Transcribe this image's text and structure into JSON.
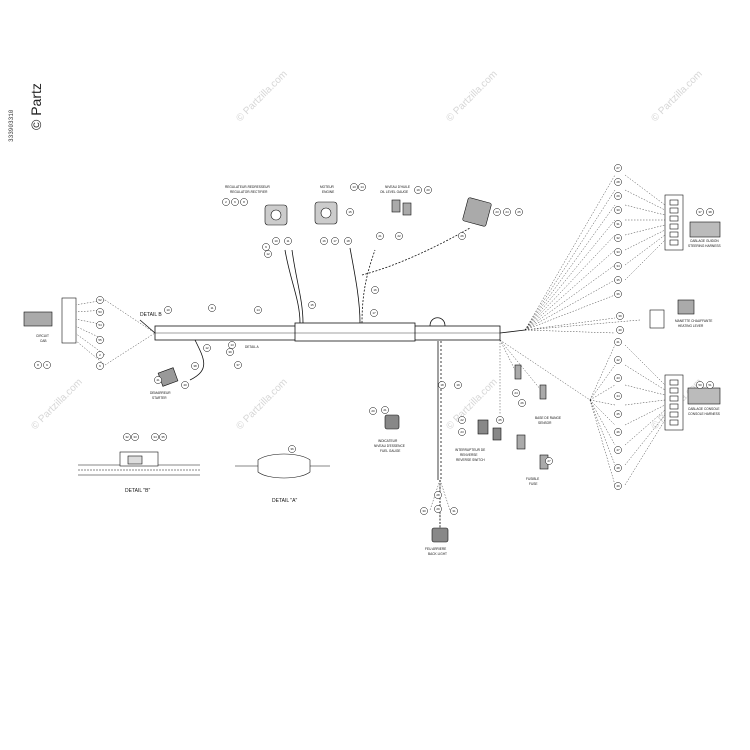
{
  "copyright": "© Partz",
  "part_number": "333903310",
  "watermark": "© Partzilla.com",
  "labels": {
    "regulator": [
      "REGULATEUR-REDRESSEUR",
      "REGULATOR-RECTIFIER"
    ],
    "motor": [
      "MOTEUR",
      "ENGINE"
    ],
    "oil_level": [
      "NIVEAU D'HUILE",
      "OIL LEVEL GAUGE"
    ],
    "detail_b_callout": "DETAIL B",
    "detail_a_callout": "DETAIL A",
    "detail_b_title": "DETAIL \"B\"",
    "detail_a_title": "DETAIL \"A\"",
    "circuit": [
      "CIRCUIT",
      "CAB"
    ],
    "demarreur": [
      "DEMARREUR",
      "STARTER"
    ],
    "indicator": [
      "INDICATEUR",
      "NIVEAU D'ESSENCE",
      "FUEL GAUGE"
    ],
    "interrupteur": [
      "INTERRUPTEUR DE",
      "RENVERSE",
      "REVERSE SWITCH"
    ],
    "fusible": [
      "FUSIBLE",
      "FUSE"
    ],
    "rear_sensor": [
      "BASE DE RANGE",
      "SENSOR"
    ],
    "feu_arriere": [
      "FEU ARRIERE",
      "BACK LIGHT"
    ],
    "cablage_guidon": [
      "CABLAGE GUIDON",
      "STEERING HARNESS"
    ],
    "manette": [
      "MANETTE CHAUFFANTE",
      "HEATING LEVER"
    ],
    "cablage_console": [
      "CABLAGE CONSOLE",
      "CONSOLE HARNESS"
    ]
  },
  "callouts": [
    "2",
    "6",
    "8",
    "9",
    "10",
    "11",
    "12",
    "13",
    "14",
    "15",
    "16",
    "17",
    "18",
    "19",
    "20",
    "21",
    "22",
    "23",
    "24",
    "25",
    "26",
    "27",
    "28",
    "29",
    "30",
    "31",
    "32",
    "33",
    "34",
    "35",
    "36",
    "37",
    "38",
    "39",
    "40",
    "41",
    "42",
    "43",
    "44",
    "45",
    "46",
    "47",
    "48",
    "49",
    "50",
    "51",
    "52",
    "53",
    "54",
    "55"
  ]
}
